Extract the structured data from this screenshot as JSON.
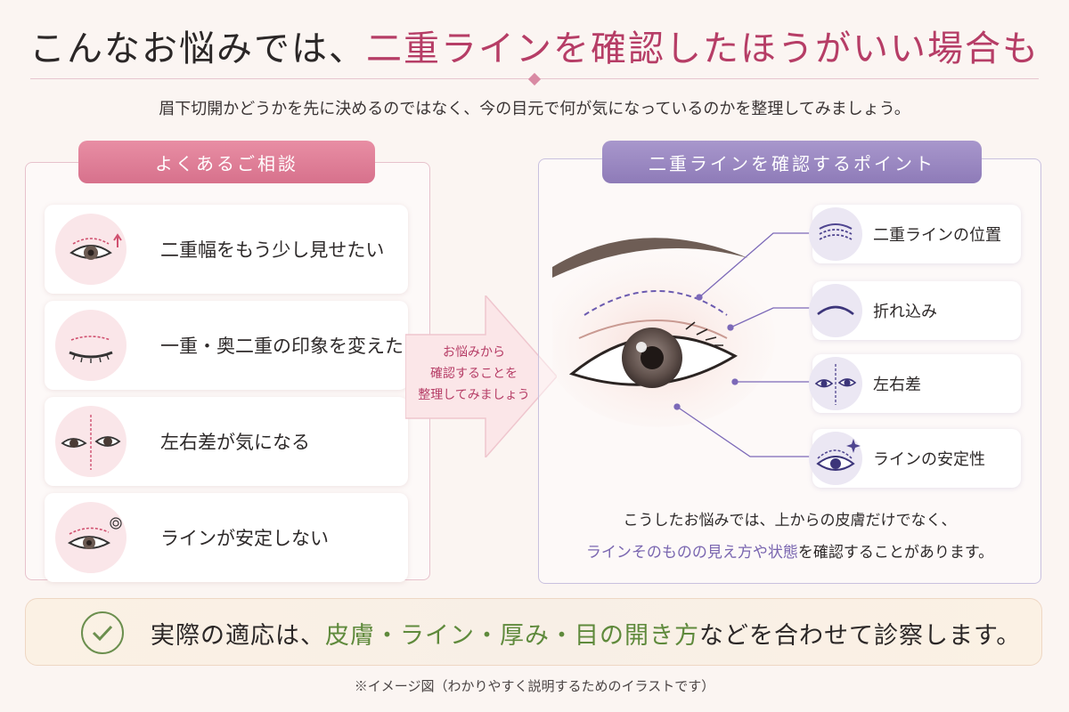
{
  "header": {
    "title_prefix": "こんなお悩みでは、",
    "title_accent": "二重ラインを確認したほうがいい場合も",
    "subtitle": "眉下切開かどうかを先に決めるのではなく、今の目元で何が気になっているのかを整理してみましょう。"
  },
  "left_panel": {
    "ribbon": "よくあるご相談",
    "items": [
      {
        "label": "二重幅をもう少し見せたい",
        "icon": "eye-wider-line-arrow-icon"
      },
      {
        "label": "一重・奥二重の印象を変えたい",
        "icon": "closed-eye-icon"
      },
      {
        "label": "左右差が気になる",
        "icon": "asymmetry-eyes-icon"
      },
      {
        "label": "ラインが安定しない",
        "icon": "unstable-line-icon"
      }
    ]
  },
  "arrow": {
    "line1": "お悩みから",
    "line2": "確認することを",
    "line3": "整理してみましょう"
  },
  "right_panel": {
    "ribbon": "二重ラインを確認するポイント",
    "points": [
      {
        "label": "二重ラインの位置",
        "icon": "line-position-icon"
      },
      {
        "label": "折れ込み",
        "icon": "fold-icon"
      },
      {
        "label": "左右差",
        "icon": "left-right-diff-icon"
      },
      {
        "label": "ラインの安定性",
        "icon": "line-stability-icon"
      }
    ],
    "note_line1": "こうしたお悩みでは、上からの皮膚だけでなく、",
    "note_highlight": "ラインそのものの見え方や状態",
    "note_line2_suffix": "を確認することがあります。"
  },
  "bottom": {
    "prefix": "実際の適応は、",
    "highlight": "皮膚・ライン・厚み・目の開き方",
    "suffix": "などを合わせて診察します。"
  },
  "footnote": "※イメージ図（わかりやすく説明するためのイラストです）",
  "colors": {
    "accent_pink": "#b63d66",
    "ribbon_pink": "#d7718c",
    "ribbon_purple": "#8e7bb8",
    "highlight_purple": "#7a66b0",
    "highlight_green": "#5f8a3c"
  }
}
